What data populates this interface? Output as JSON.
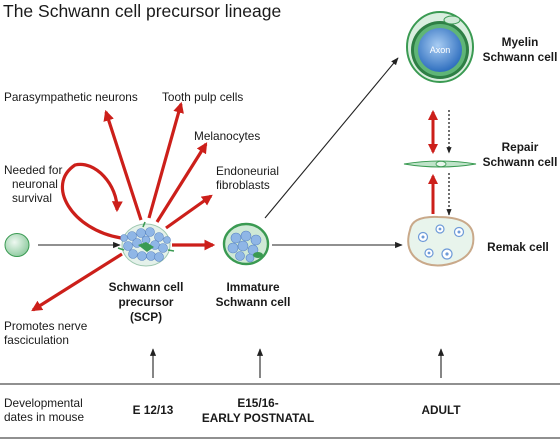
{
  "title": "The Schwann cell precursor  lineage",
  "effects": {
    "parasympathetic": "Parasympathetic neurons",
    "tooth": "Tooth pulp cells",
    "melanocytes": "Melanocytes",
    "endo": [
      "Endoneurial",
      "fibroblasts"
    ],
    "needed": [
      "Needed for",
      "neuronal",
      "survival"
    ],
    "promotes": [
      "Promotes nerve",
      "fasciculation"
    ]
  },
  "cells": {
    "scp": [
      "Schwann cell",
      "precursor",
      "(SCP)"
    ],
    "immature": [
      "Immature",
      "Schwann cell"
    ],
    "myelin": [
      "Myelin",
      "Schwann cell"
    ],
    "axon": "Axon",
    "repair": [
      "Repair",
      "Schwann cell"
    ],
    "remak": "Remak cell"
  },
  "timeline": {
    "label": [
      "Developmental",
      "dates in mouse"
    ],
    "e12": "E 12/13",
    "e15": [
      "E15/16-",
      "EARLY POSTNATAL"
    ],
    "adult": "ADULT"
  },
  "colors": {
    "red_arrow": "#cc1f1a",
    "cell_green": "#3a9a52",
    "cell_fill": "#cfe9d6",
    "nucleus_blue": "#6f9bd8",
    "axon_blue": "#4a86cf"
  }
}
